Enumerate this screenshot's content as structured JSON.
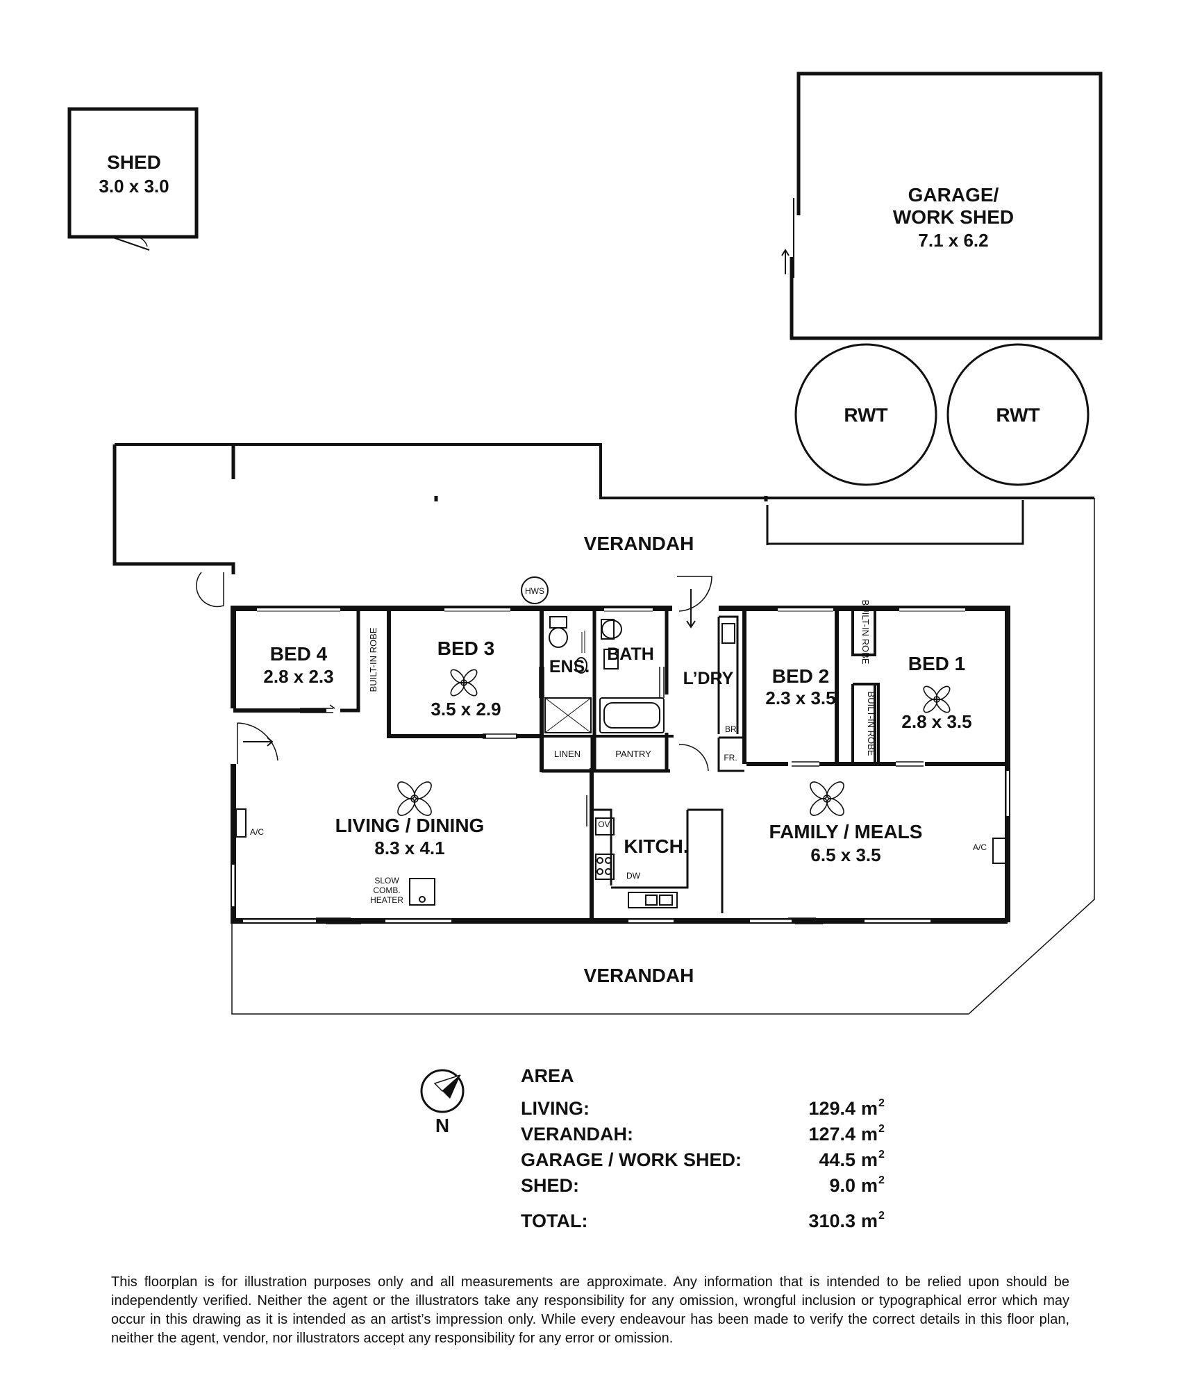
{
  "rooms": {
    "shed": {
      "name": "SHED",
      "dims": "3.0 x 3.0"
    },
    "garage": {
      "line1": "GARAGE/",
      "line2": "WORK SHED",
      "dims": "7.1 x 6.2"
    },
    "rwt_left": "RWT",
    "rwt_right": "RWT",
    "verandah_top": "VERANDAH",
    "verandah_bottom": "VERANDAH",
    "hws": "HWS",
    "bed4": {
      "name": "BED 4",
      "dims": "2.8 x 2.3"
    },
    "bed3": {
      "name": "BED 3",
      "dims": "3.5 x 2.9"
    },
    "bed2": {
      "name": "BED 2",
      "dims": "2.3 x 3.5"
    },
    "bed1": {
      "name": "BED 1",
      "dims": "2.8 x 3.5"
    },
    "ens": "ENS.",
    "bath": "BATH",
    "ldry": "L’DRY",
    "br": "BR.",
    "fr": "FR.",
    "linen": "LINEN",
    "pantry": "PANTRY",
    "robe_bed4": "BUILT-IN ROBE",
    "robe_bed2": "BUILT-IN ROBE",
    "robe_bed1": "BUILT-IN ROBE",
    "living": {
      "name": "LIVING / DINING",
      "dims": "8.3 x 4.1"
    },
    "family": {
      "name": "FAMILY / MEALS",
      "dims": "6.5 x 3.5"
    },
    "kitch": "KITCH.",
    "ov": "OV.",
    "dw": "DW",
    "ac_left": "A/C",
    "ac_right": "A/C",
    "heater": [
      "SLOW",
      "COMB.",
      "HEATER"
    ]
  },
  "compass": {
    "label": "N"
  },
  "area": {
    "title": "AREA",
    "unit": "m",
    "unit_sup": "2",
    "rows": [
      {
        "label": "LIVING:",
        "value": "129.4"
      },
      {
        "label": "VERANDAH:",
        "value": "127.4"
      },
      {
        "label": "GARAGE / WORK SHED:",
        "value": "44.5"
      },
      {
        "label": "SHED:",
        "value": "9.0"
      }
    ],
    "total": {
      "label": "TOTAL:",
      "value": "310.3"
    }
  },
  "disclaimer": "This floorplan is for illustration purposes only and all measurements are approximate. Any information that is intended to be relied upon should be independently verified. Neither the agent or the illustrators take any responsibility for any omission, wrongful inclusion or typographical error which may occur in this drawing as it is intended as an artist’s impression only. While every endeavour has been made to verify the correct details in this floor plan, neither the agent, vendor, nor illustrators accept any responsibility for any error or omission."
}
